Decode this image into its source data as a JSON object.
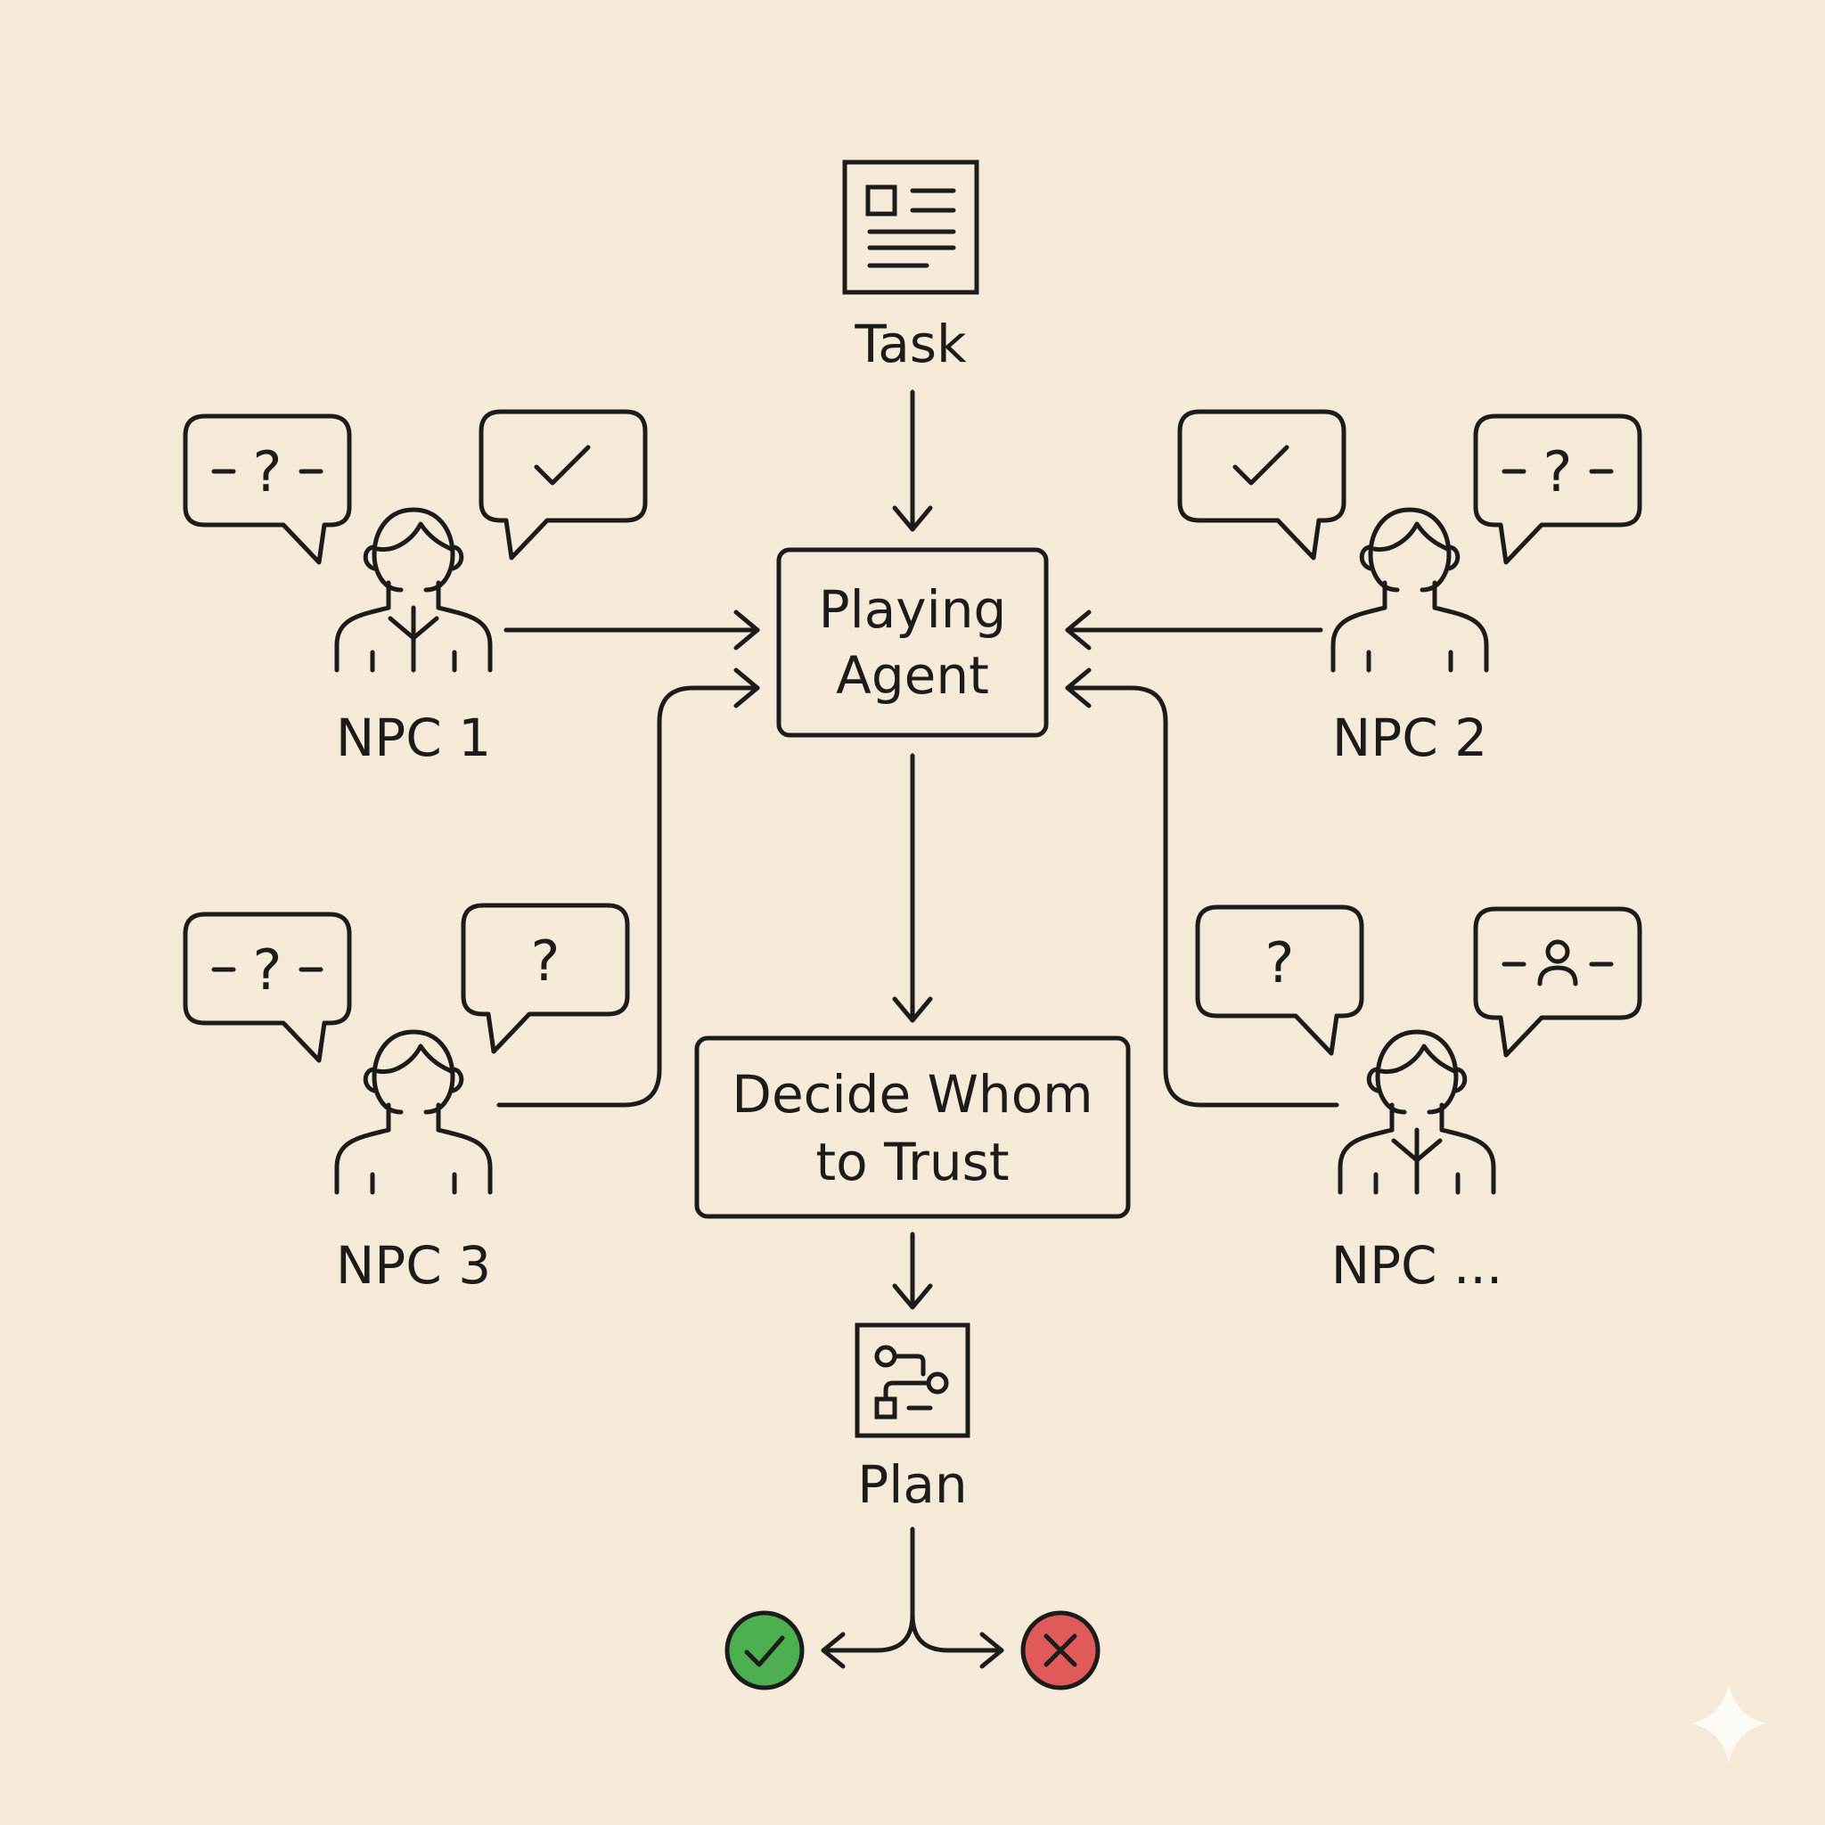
{
  "nodes": {
    "task": {
      "label": "Task",
      "icon": "document-icon"
    },
    "agent": {
      "line1": "Playing",
      "line2": "Agent"
    },
    "decide": {
      "line1": "Decide Whom",
      "line2": "to Trust"
    },
    "plan": {
      "label": "Plan",
      "icon": "flowchart-icon"
    },
    "success": {
      "icon": "check-circle-icon",
      "color": "#4caf50"
    },
    "failure": {
      "icon": "cross-circle-icon",
      "color": "#e05a5a"
    }
  },
  "npcs": [
    {
      "label": "NPC 1",
      "bubbles": [
        {
          "content": "-?-"
        },
        {
          "content": "check"
        }
      ]
    },
    {
      "label": "NPC 2",
      "bubbles": [
        {
          "content": "check"
        },
        {
          "content": "-?-"
        }
      ]
    },
    {
      "label": "NPC 3",
      "bubbles": [
        {
          "content": "-?-"
        },
        {
          "content": "?"
        }
      ]
    },
    {
      "label": "NPC ...",
      "bubbles": [
        {
          "content": "?"
        },
        {
          "content": "-person-"
        }
      ]
    }
  ]
}
